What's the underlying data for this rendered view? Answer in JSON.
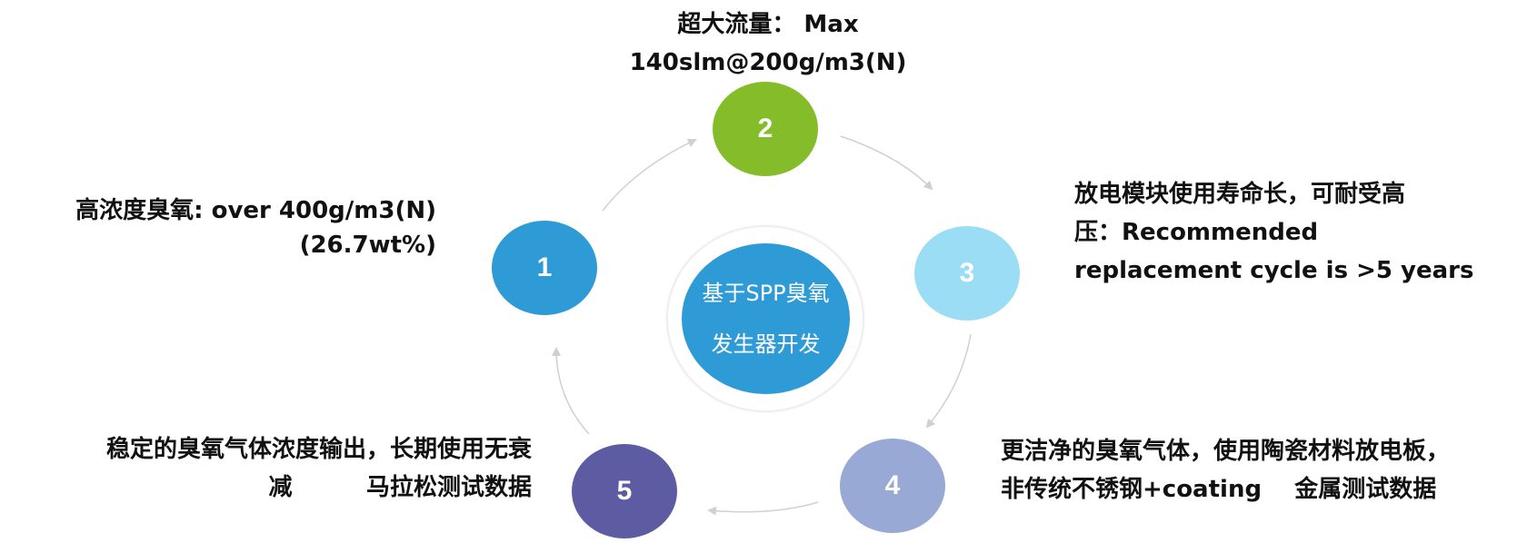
{
  "center": {
    "line1": "基于SPP臭氧",
    "line2": "发生器开发"
  },
  "nodes": [
    {
      "num": "1",
      "color": "#2E9AD6"
    },
    {
      "num": "2",
      "color": "#85BD2A"
    },
    {
      "num": "3",
      "color": "#9ADDF5"
    },
    {
      "num": "4",
      "color": "#97A9D4"
    },
    {
      "num": "5",
      "color": "#5D5CA3"
    }
  ],
  "labels": {
    "n1": [
      "高浓度臭氧: over 400g/m3(N)",
      "(26.7wt%)"
    ],
    "n2": [
      "超大流量： Max",
      "140slm@200g/m3(N)"
    ],
    "n3": [
      "放电模块使用寿命长，可耐受高",
      "压：Recommended",
      "replacement cycle is >5 years"
    ],
    "n4": [
      "更洁净的臭氧气体，使用陶瓷材料放电板，",
      "非传统不锈钢+coating    金属测试数据"
    ],
    "n5": [
      "稳定的臭氧气体浓度输出，长期使用无衰",
      "减         马拉松测试数据"
    ]
  },
  "arrow_color": "#d0d0d0"
}
